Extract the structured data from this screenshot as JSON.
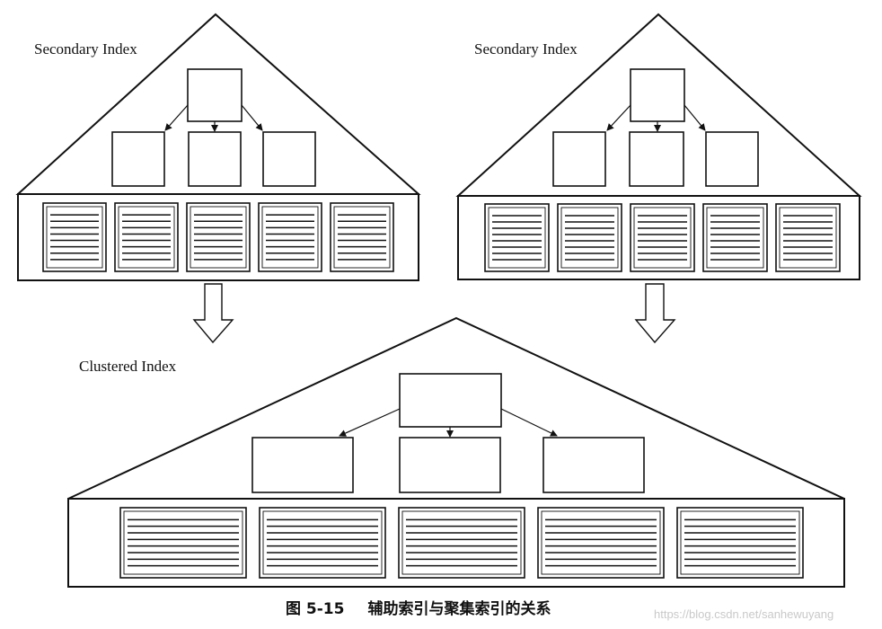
{
  "diagram": {
    "secondary_left": {
      "label": "Secondary Index"
    },
    "secondary_right": {
      "label": "Secondary Index"
    },
    "clustered": {
      "label": "Clustered Index"
    },
    "caption": {
      "figure_number": "图 5-15",
      "title": "辅助索引与聚集索引的关系"
    },
    "watermark": "https://blog.csdn.net/sanhewuyang"
  }
}
